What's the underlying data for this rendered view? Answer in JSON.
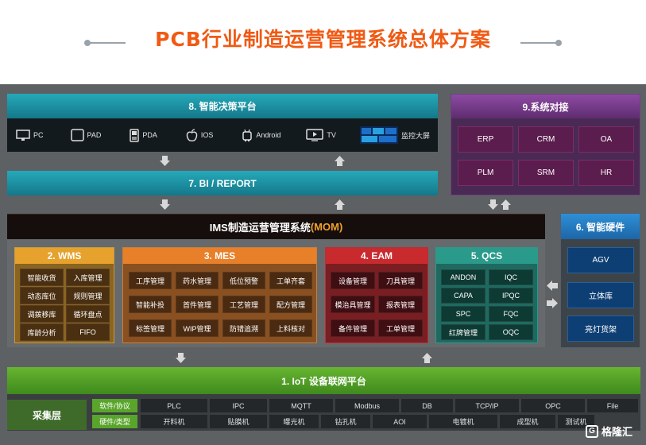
{
  "title": "PCB行业制造运营管理系统总体方案",
  "decision_platform": {
    "label": "8. 智能决策平台",
    "devices": [
      {
        "icon": "monitor-icon",
        "label": "PC"
      },
      {
        "icon": "tablet-icon",
        "label": "PAD"
      },
      {
        "icon": "pda-icon",
        "label": "PDA"
      },
      {
        "icon": "apple-icon",
        "label": "IOS"
      },
      {
        "icon": "android-icon",
        "label": "Android"
      },
      {
        "icon": "tv-icon",
        "label": "TV"
      },
      {
        "icon": "dashboard-screen-icon",
        "label": "监控大屏"
      }
    ]
  },
  "bi_report": {
    "label": "7. BI / REPORT"
  },
  "system_integration": {
    "label": "9.系统对接",
    "items": [
      "ERP",
      "CRM",
      "OA",
      "PLM",
      "SRM",
      "HR"
    ]
  },
  "mom": {
    "label": "IMS制造运营管理系统",
    "highlight": "(MOM)"
  },
  "wms": {
    "label": "2. WMS",
    "items": [
      "智能收货",
      "入库管理",
      "动态库位",
      "规则管理",
      "调拨移库",
      "循环盘点",
      "库龄分析",
      "FIFO"
    ]
  },
  "mes": {
    "label": "3. MES",
    "items": [
      "工序管理",
      "药水管理",
      "低位预警",
      "工单齐套",
      "智能补投",
      "首件管理",
      "工艺管理",
      "配方管理",
      "标签管理",
      "WIP管理",
      "防错追溯",
      "上料核对"
    ]
  },
  "eam": {
    "label": "4. EAM",
    "items": [
      "设备管理",
      "刀具管理",
      "模治具管理",
      "报表管理",
      "备件管理",
      "工单管理"
    ]
  },
  "qcs": {
    "label": "5. QCS",
    "items": [
      "ANDON",
      "IQC",
      "CAPA",
      "IPQC",
      "SPC",
      "FQC",
      "红牌管理",
      "OQC"
    ]
  },
  "smart_hardware": {
    "label": "6. 智能硬件",
    "items": [
      "AGV",
      "立体库",
      "亮灯货架"
    ]
  },
  "iot": {
    "label": "1. IoT 设备联网平台"
  },
  "collection_layer": {
    "label": "采集层",
    "software_tag": "软件/协议",
    "hardware_tag": "硬件/类型",
    "software": [
      "PLC",
      "IPC",
      "MQTT",
      "Modbus",
      "DB",
      "TCP/IP",
      "OPC",
      "File"
    ],
    "hardware": [
      "开料机",
      "贴膜机",
      "曝光机",
      "钻孔机",
      "AOI",
      "电镀机",
      "成型机",
      "测试机"
    ]
  },
  "watermark": {
    "text": "格隆汇"
  },
  "colors": {
    "title": "#f05a14",
    "teal": "#1f95a6",
    "purple": "#7a3d8f",
    "wms": "#e6a22c",
    "mes": "#e8802a",
    "eam": "#c82a2e",
    "qcs": "#2a9a8a",
    "hardware": "#2f8fd6",
    "iot": "#55a428"
  }
}
